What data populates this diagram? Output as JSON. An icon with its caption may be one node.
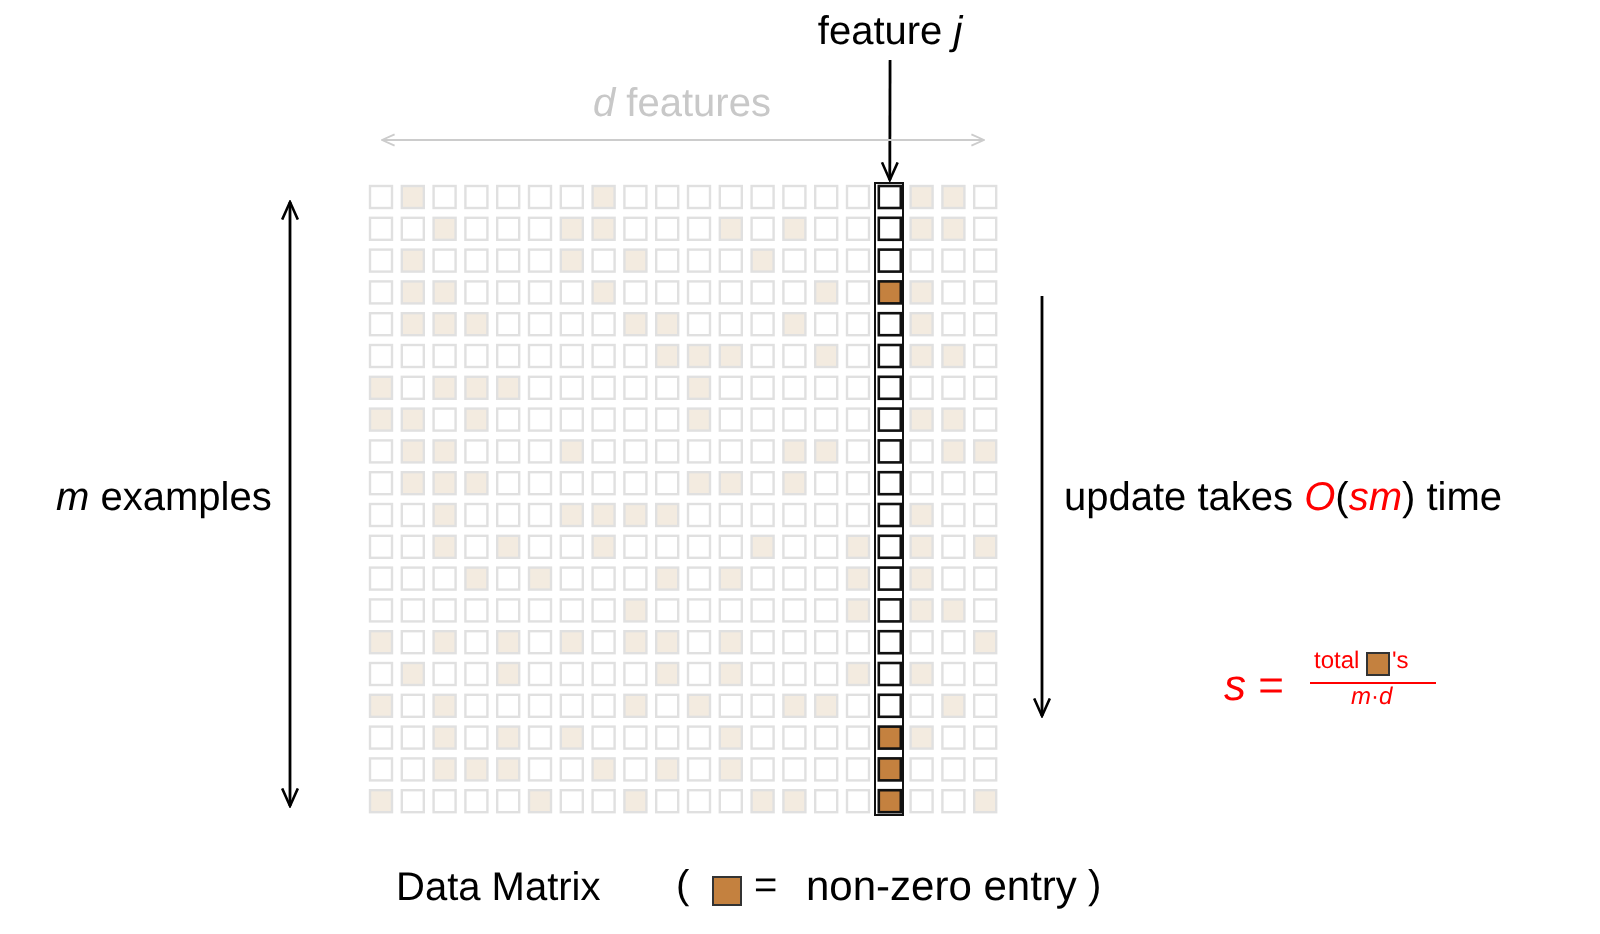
{
  "diagram": {
    "caption": "Data Matrix",
    "nodes": [
      {
        "text": [
          "feature *j*"
        ]
      },
      {
        "text": [],
        "shape": "bar"
      }
    ],
    "edges": [
      {
        "from": 0,
        "to": 1,
        "arrow": "to"
      }
    ],
    "labels": [
      "*d* features",
      "*m* examples",
      "update takes *O*(*sm*) time",
      "*s* =",
      "total",
      "'s",
      "*m*·*d*",
      "(",
      "=",
      ")"
    ],
    "legend": [
      {
        "text": "non-zero entry",
        "color": "#c4813f"
      }
    ]
  }
}
